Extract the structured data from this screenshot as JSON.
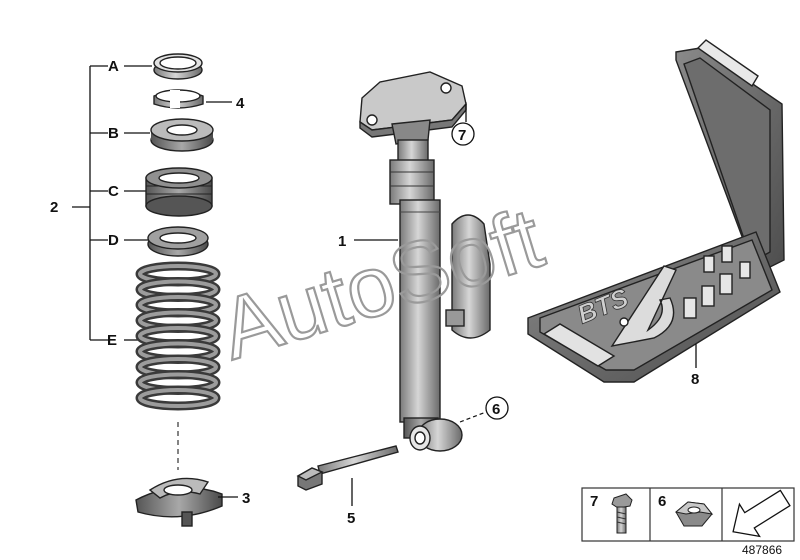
{
  "watermark": "AutoSoft",
  "callouts": {
    "A": "A",
    "B": "B",
    "C": "C",
    "D": "D",
    "E": "E",
    "n1": "1",
    "n2": "2",
    "n3": "3",
    "n4": "4",
    "n5": "5",
    "n6": "6",
    "n7": "7",
    "n8": "8"
  },
  "kit_case_brand": "BTS",
  "legend": {
    "bolt_number": "7",
    "nut_number": "6"
  },
  "diagram_id": "487866"
}
